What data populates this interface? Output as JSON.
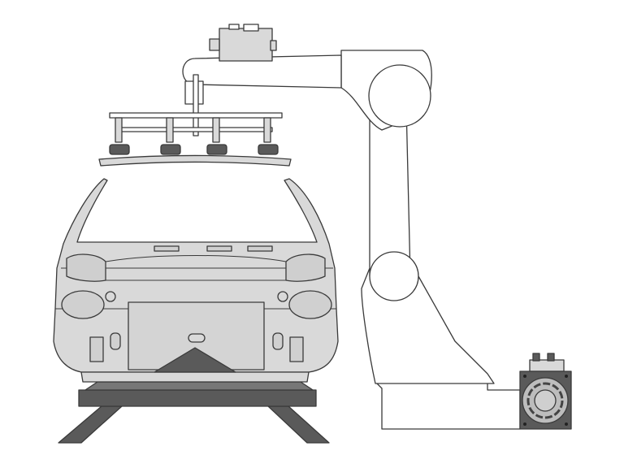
{
  "colors": {
    "outline": "#3a3a3a",
    "body_fill": "#d9d9d9",
    "dark_fill": "#5a5a5a",
    "robot_fill": "#ffffff",
    "background": "#ffffff"
  },
  "icons": [
    "robot-arm",
    "car-body",
    "vacuum-gripper",
    "servo-motor",
    "pallet-conveyor"
  ]
}
